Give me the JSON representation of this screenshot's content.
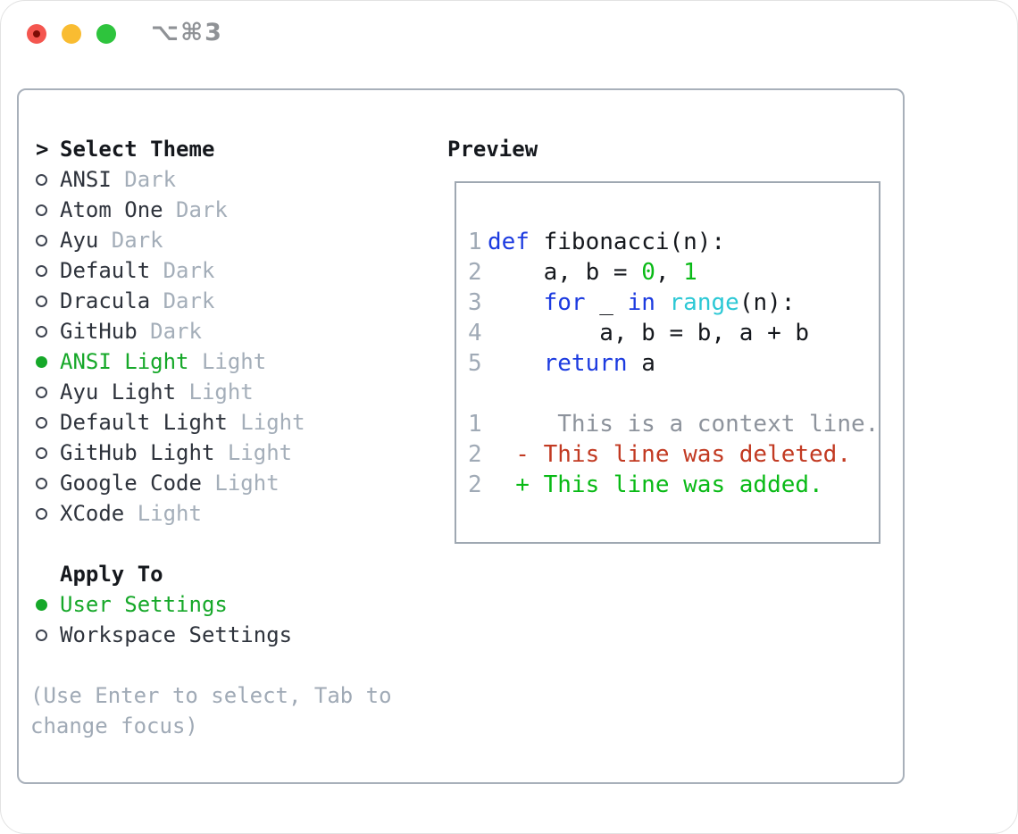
{
  "window": {
    "title": "⌥⌘3",
    "traffic_lights": {
      "close": "close-window",
      "minimize": "minimize-window",
      "zoom": "zoom-window"
    }
  },
  "theme_picker": {
    "prompt": ">",
    "title": "Select Theme",
    "items": [
      {
        "name": "ANSI",
        "variant": "Dark",
        "selected": false
      },
      {
        "name": "Atom One",
        "variant": "Dark",
        "selected": false
      },
      {
        "name": "Ayu",
        "variant": "Dark",
        "selected": false
      },
      {
        "name": "Default",
        "variant": "Dark",
        "selected": false
      },
      {
        "name": "Dracula",
        "variant": "Dark",
        "selected": false
      },
      {
        "name": "GitHub",
        "variant": "Dark",
        "selected": false
      },
      {
        "name": "ANSI Light",
        "variant": "Light",
        "selected": true
      },
      {
        "name": "Ayu Light",
        "variant": "Light",
        "selected": false
      },
      {
        "name": "Default Light",
        "variant": "Light",
        "selected": false
      },
      {
        "name": "GitHub Light",
        "variant": "Light",
        "selected": false
      },
      {
        "name": "Google Code",
        "variant": "Light",
        "selected": false
      },
      {
        "name": "XCode",
        "variant": "Light",
        "selected": false
      }
    ]
  },
  "apply_to": {
    "title": "Apply To",
    "options": [
      {
        "label": "User Settings",
        "selected": true
      },
      {
        "label": "Workspace Settings",
        "selected": false
      }
    ]
  },
  "hint": {
    "line1": "(Use Enter to select, Tab to",
    "line2": "change focus)"
  },
  "preview": {
    "title": "Preview",
    "code_lines": [
      {
        "number": "1",
        "tokens": [
          {
            "text": "def",
            "style": "keyword"
          },
          {
            "text": " fibonacci(n):",
            "style": "plain"
          }
        ]
      },
      {
        "number": "2",
        "tokens": [
          {
            "text": "    a, b = ",
            "style": "plain"
          },
          {
            "text": "0",
            "style": "number"
          },
          {
            "text": ", ",
            "style": "plain"
          },
          {
            "text": "1",
            "style": "number"
          }
        ]
      },
      {
        "number": "3",
        "tokens": [
          {
            "text": "    ",
            "style": "plain"
          },
          {
            "text": "for",
            "style": "keyword"
          },
          {
            "text": " _ ",
            "style": "plain"
          },
          {
            "text": "in",
            "style": "keyword"
          },
          {
            "text": " ",
            "style": "plain"
          },
          {
            "text": "range",
            "style": "builtin"
          },
          {
            "text": "(n):",
            "style": "plain"
          }
        ]
      },
      {
        "number": "4",
        "tokens": [
          {
            "text": "        a, b = b, a + b",
            "style": "plain"
          }
        ]
      },
      {
        "number": "5",
        "tokens": [
          {
            "text": "    ",
            "style": "plain"
          },
          {
            "text": "return",
            "style": "keyword"
          },
          {
            "text": " a",
            "style": "plain"
          }
        ]
      }
    ],
    "diff_lines": [
      {
        "number": "1",
        "text": "     This is a context line.",
        "type": "context"
      },
      {
        "number": "2",
        "text": "  - This line was deleted.",
        "type": "deleted"
      },
      {
        "number": "2",
        "text": "  + This line was added.",
        "type": "added"
      }
    ]
  },
  "colors": {
    "selection_green": "#16a829",
    "added_green": "#09ba16",
    "deleted_red": "#c23a22",
    "keyword_blue": "#1c3be0",
    "builtin_cyan": "#2cc8d5",
    "muted_gray": "#a0aab6",
    "panel_border": "#a8b0ba"
  }
}
